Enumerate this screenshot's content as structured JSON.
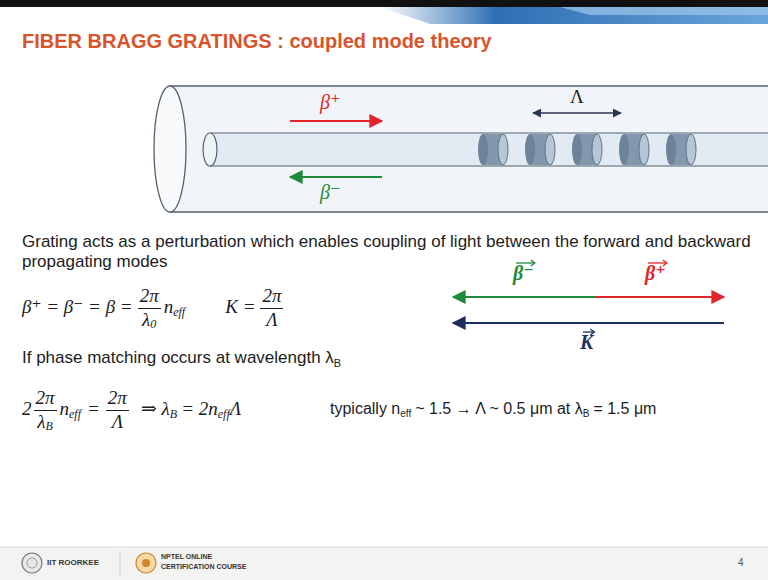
{
  "diagram": {
    "title": "FIBER BRAGG GRATINGS : coupled mode theory",
    "labels": [
      "β⁺",
      "β⁻",
      "Λ",
      "Grating acts as a perturbation which enables coupling of light between the forward and backward propagating modes",
      "β⁺ = β⁻ = β =",
      "2π",
      "λ",
      "0",
      "n",
      "eff",
      "K =",
      "2π",
      "Λ",
      "β⁻",
      "β⁺",
      "K",
      "If phase matching occurs at wavelength λ",
      "B",
      "2",
      "2π",
      "λ",
      "B",
      "n",
      "eff",
      "=",
      "2π",
      "Λ",
      "⇒ λ",
      "B",
      "= 2n",
      "eff",
      "Λ",
      "typically n",
      "eff",
      "~ 1.5 → Λ ~ 0.5 μm at λ",
      "B",
      "= 1.5 μm",
      "IIT ROORKEE",
      "NPTEL ONLINE",
      "CERTIFICATION COURSE",
      "4"
    ]
  }
}
